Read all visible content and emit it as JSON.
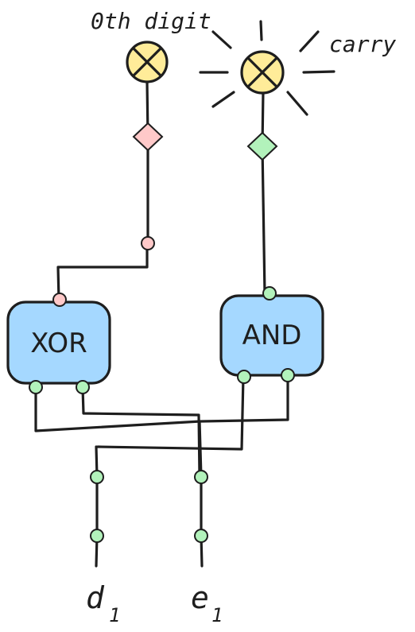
{
  "diagram": {
    "outputs": {
      "sum_label": "0th digit",
      "carry_label": "carry"
    },
    "gates": {
      "xor": "XOR",
      "and": "AND"
    },
    "inputs": {
      "d": {
        "base": "d",
        "sub": "1"
      },
      "e": {
        "base": "e",
        "sub": "1"
      }
    },
    "colors": {
      "bulb": "#ffec99",
      "gate": "#a5d8ff",
      "port_green": "#b2f2bb",
      "port_pink": "#ffc9c9",
      "stroke": "#1e1e1e"
    },
    "carry_lit": true
  }
}
